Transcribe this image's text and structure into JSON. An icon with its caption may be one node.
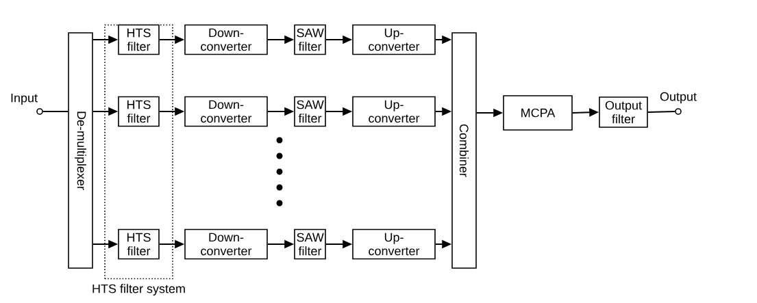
{
  "diagram": {
    "nodes": [
      {
        "text": [],
        "shape": "circle",
        "beside": [
          "Input"
        ]
      },
      {
        "text": [
          "De-multiplexer"
        ]
      },
      {
        "text": [
          "HTS filter system"
        ]
      },
      {
        "text": [
          "HTS filter"
        ],
        "in": 2
      },
      {
        "text": [
          "Down- converter"
        ]
      },
      {
        "text": [
          "SAW filter"
        ]
      },
      {
        "text": [
          "Up- converter"
        ]
      },
      {
        "text": [
          "HTS filter"
        ],
        "in": 2
      },
      {
        "text": [
          "Down- converter"
        ]
      },
      {
        "text": [
          "SAW filter"
        ]
      },
      {
        "text": [
          "Up- converter"
        ]
      },
      {
        "text": [
          "HTS filter"
        ],
        "in": 2
      },
      {
        "text": [
          "Down- converter"
        ]
      },
      {
        "text": [
          "SAW filter"
        ]
      },
      {
        "text": [
          "Up- converter"
        ]
      },
      {
        "text": [
          "Combiner"
        ]
      },
      {
        "text": [
          "MCPA"
        ]
      },
      {
        "text": [
          "Output filter"
        ]
      },
      {
        "text": [],
        "shape": "circle",
        "beside": [
          "Output"
        ]
      }
    ],
    "edges": [
      {
        "from": 0,
        "to": 1,
        "arrow": "none"
      },
      {
        "from": 1,
        "to": 3,
        "arrow": "to"
      },
      {
        "from": 1,
        "to": 7,
        "arrow": "to"
      },
      {
        "from": 1,
        "to": 11,
        "arrow": "to"
      },
      {
        "from": 3,
        "to": 4,
        "arrow": "to"
      },
      {
        "from": 4,
        "to": 5,
        "arrow": "to"
      },
      {
        "from": 5,
        "to": 6,
        "arrow": "to"
      },
      {
        "from": 6,
        "to": 15,
        "arrow": "to"
      },
      {
        "from": 7,
        "to": 8,
        "arrow": "to"
      },
      {
        "from": 8,
        "to": 9,
        "arrow": "to"
      },
      {
        "from": 9,
        "to": 10,
        "arrow": "to"
      },
      {
        "from": 10,
        "to": 15,
        "arrow": "to"
      },
      {
        "from": 11,
        "to": 12,
        "arrow": "to"
      },
      {
        "from": 12,
        "to": 13,
        "arrow": "to"
      },
      {
        "from": 13,
        "to": 14,
        "arrow": "to"
      },
      {
        "from": 14,
        "to": 15,
        "arrow": "to"
      },
      {
        "from": 15,
        "to": 16,
        "arrow": "to"
      },
      {
        "from": 16,
        "to": 17,
        "arrow": "to"
      },
      {
        "from": 17,
        "to": 18,
        "arrow": "none"
      }
    ]
  }
}
